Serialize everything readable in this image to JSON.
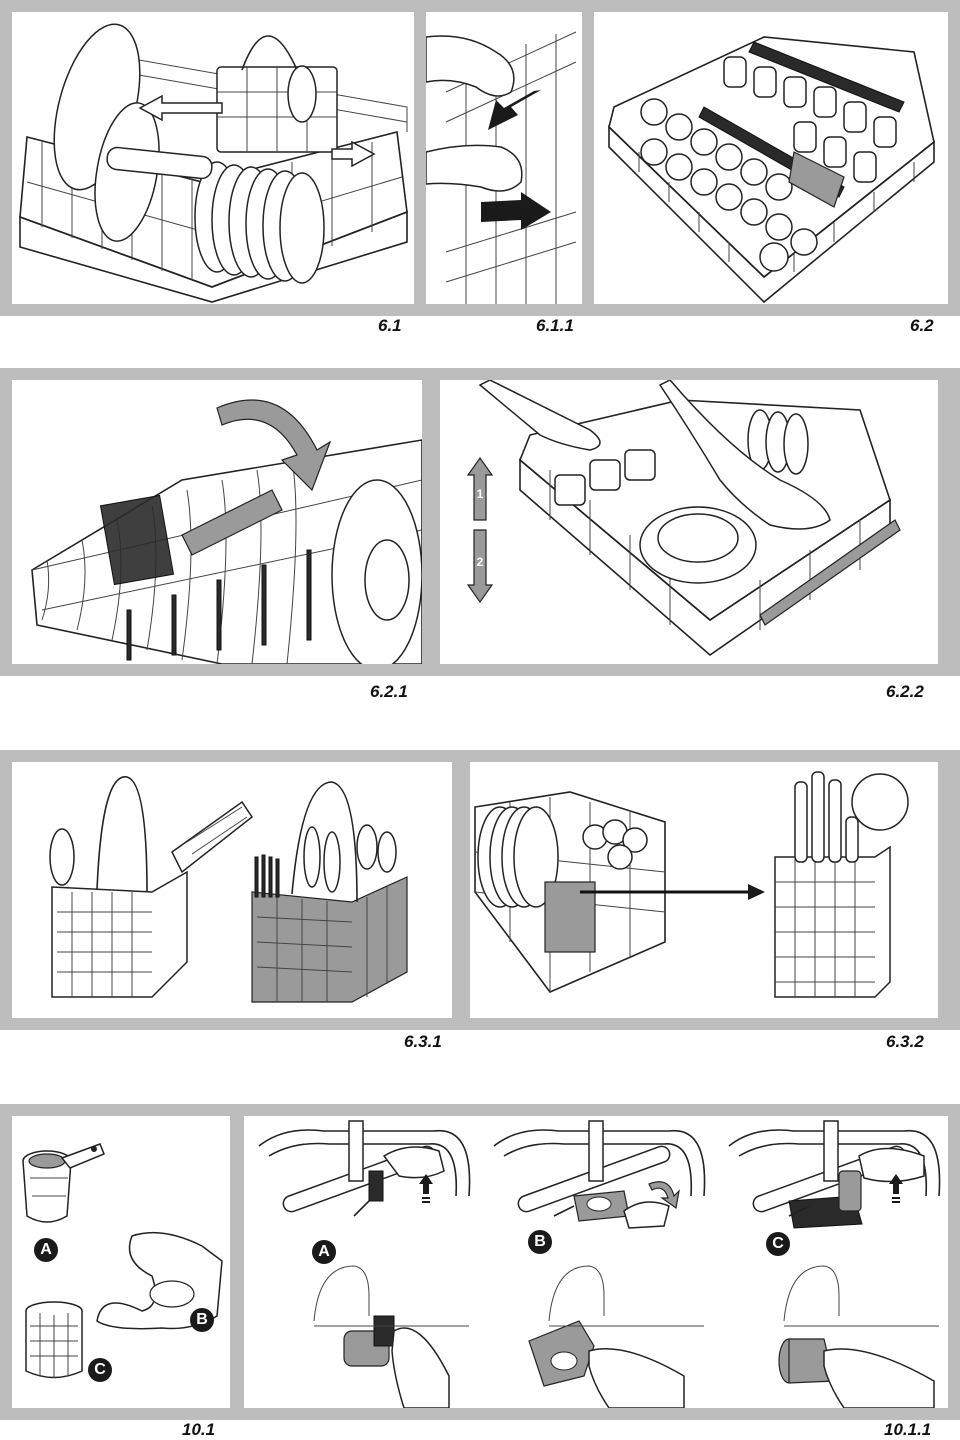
{
  "captions": {
    "c61": "6.1",
    "c611": "6.1.1",
    "c62": "6.2",
    "c621": "6.2.1",
    "c622": "6.2.2",
    "c631": "6.3.1",
    "c632": "6.3.2",
    "c101": "10.1",
    "c1011": "10.1.1"
  },
  "parts": {
    "a": "A",
    "b": "B",
    "c": "C"
  },
  "level_steps": {
    "up": "1",
    "down": "2"
  }
}
